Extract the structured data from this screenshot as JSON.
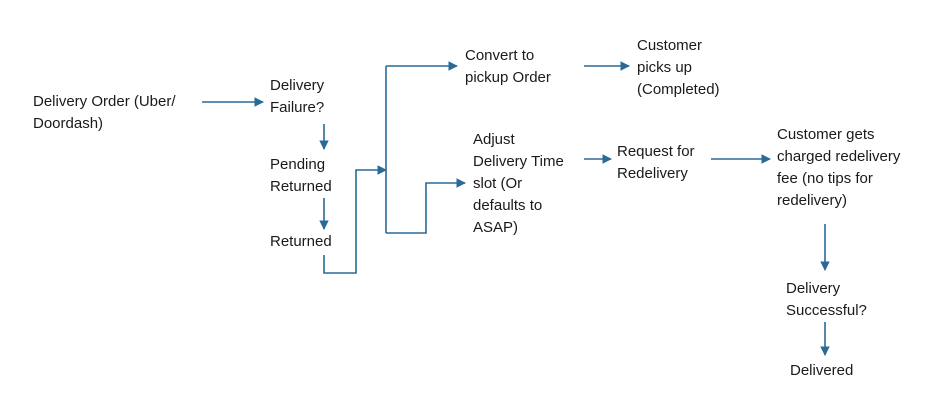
{
  "colors": {
    "connector": "#2a6a96",
    "text": "#1a1a1a",
    "background": "#ffffff"
  },
  "nodes": {
    "delivery_order": "Delivery Order (Uber/\nDoordash)",
    "delivery_failure": "Delivery\nFailure?",
    "pending_returned": "Pending\nReturned",
    "returned": "Returned",
    "convert_pickup": "Convert to\npickup Order",
    "customer_picks_up": "Customer\npicks up\n(Completed)",
    "adjust_time": "Adjust\nDelivery Time\nslot (Or\ndefaults to\nASAP)",
    "request_redelivery": "Request for\nRedelivery",
    "charged_fee": "Customer gets\ncharged redelivery\nfee (no tips for\nredelivery)",
    "delivery_successful": "Delivery\nSuccessful?",
    "delivered": "Delivered"
  }
}
